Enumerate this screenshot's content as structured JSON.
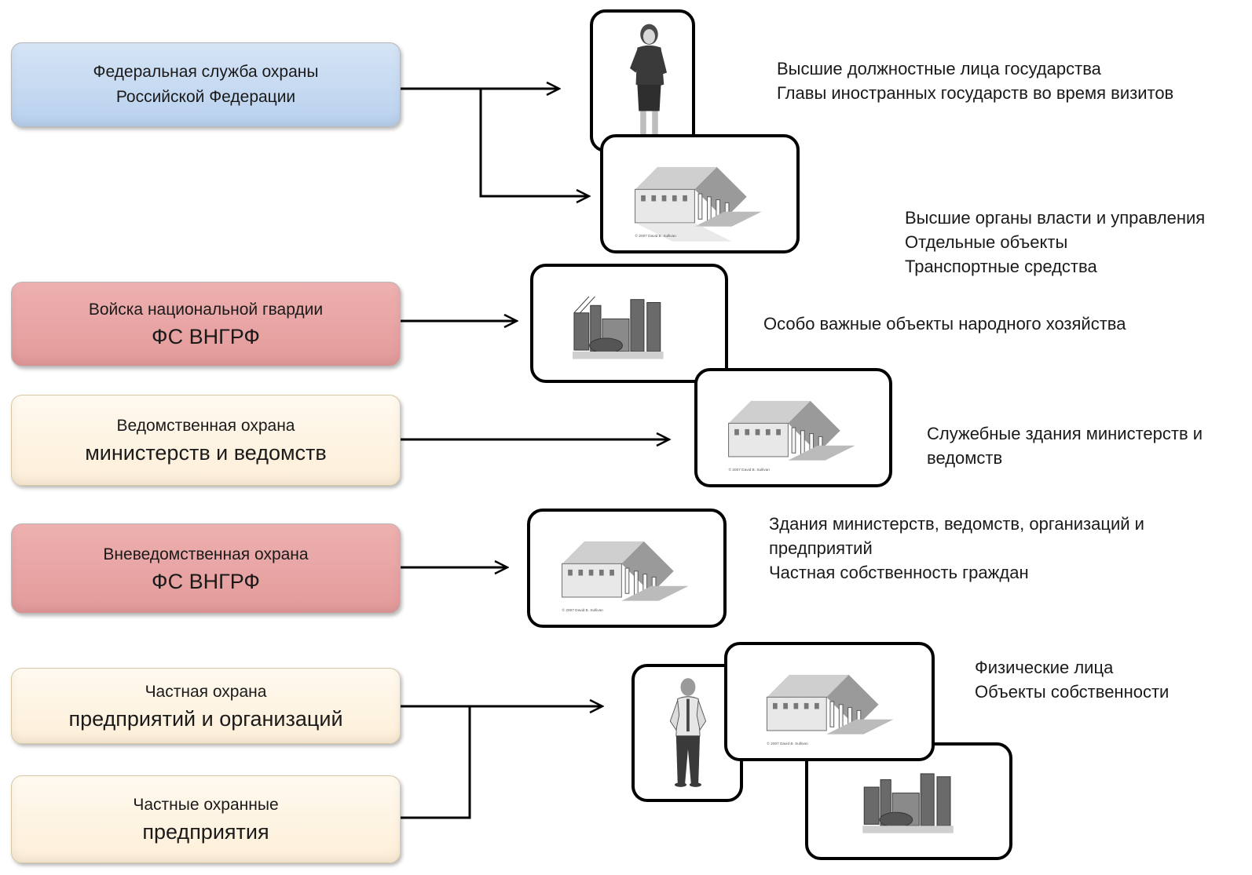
{
  "boxes": {
    "fso": {
      "line1": "Федеральная служба охраны",
      "line2": "Российской Федерации",
      "color": "#c6dbf1"
    },
    "guard": {
      "line1": "Войска национальной гвардии",
      "line2": "ФС ВНГРФ",
      "color": "#e7a3a3"
    },
    "departmental": {
      "line1": "Ведомственная охрана",
      "line2": "министерств и ведомств",
      "color": "#fdf2e2"
    },
    "nondepartmental": {
      "line1": "Вневедомственная охрана",
      "line2": "ФС ВНГРФ",
      "color": "#e7a3a3"
    },
    "private": {
      "line1": "Частная охрана",
      "line2": "предприятий и организаций",
      "color": "#fdf2e2"
    },
    "agencies": {
      "line1": "Частные охранные",
      "line2": "предприятия",
      "color": "#fdf2e2"
    }
  },
  "descriptions": {
    "officials": [
      "Высшие должностные лица государства",
      "Главы иностранных государств во время визитов"
    ],
    "authorities": [
      "Высшие органы власти и управления",
      "Отдельные объекты",
      "Транспортные средства"
    ],
    "economy": [
      "Особо важные объекты народного хозяйства"
    ],
    "ministries": [
      "Служебные здания министерств и",
      "ведомств"
    ],
    "buildings": [
      "Здания министерств, ведомств, организаций и",
      "предприятий",
      "Частная собственность граждан"
    ],
    "private": [
      "Физические лица",
      "Объекты собственности"
    ]
  },
  "images": {
    "person_woman": "woman-figure-icon",
    "person_man": "man-figure-icon",
    "building": "classical-building-icon",
    "factory": "industrial-plant-icon",
    "building_caption": "© 2007 David B. Sullivan"
  }
}
